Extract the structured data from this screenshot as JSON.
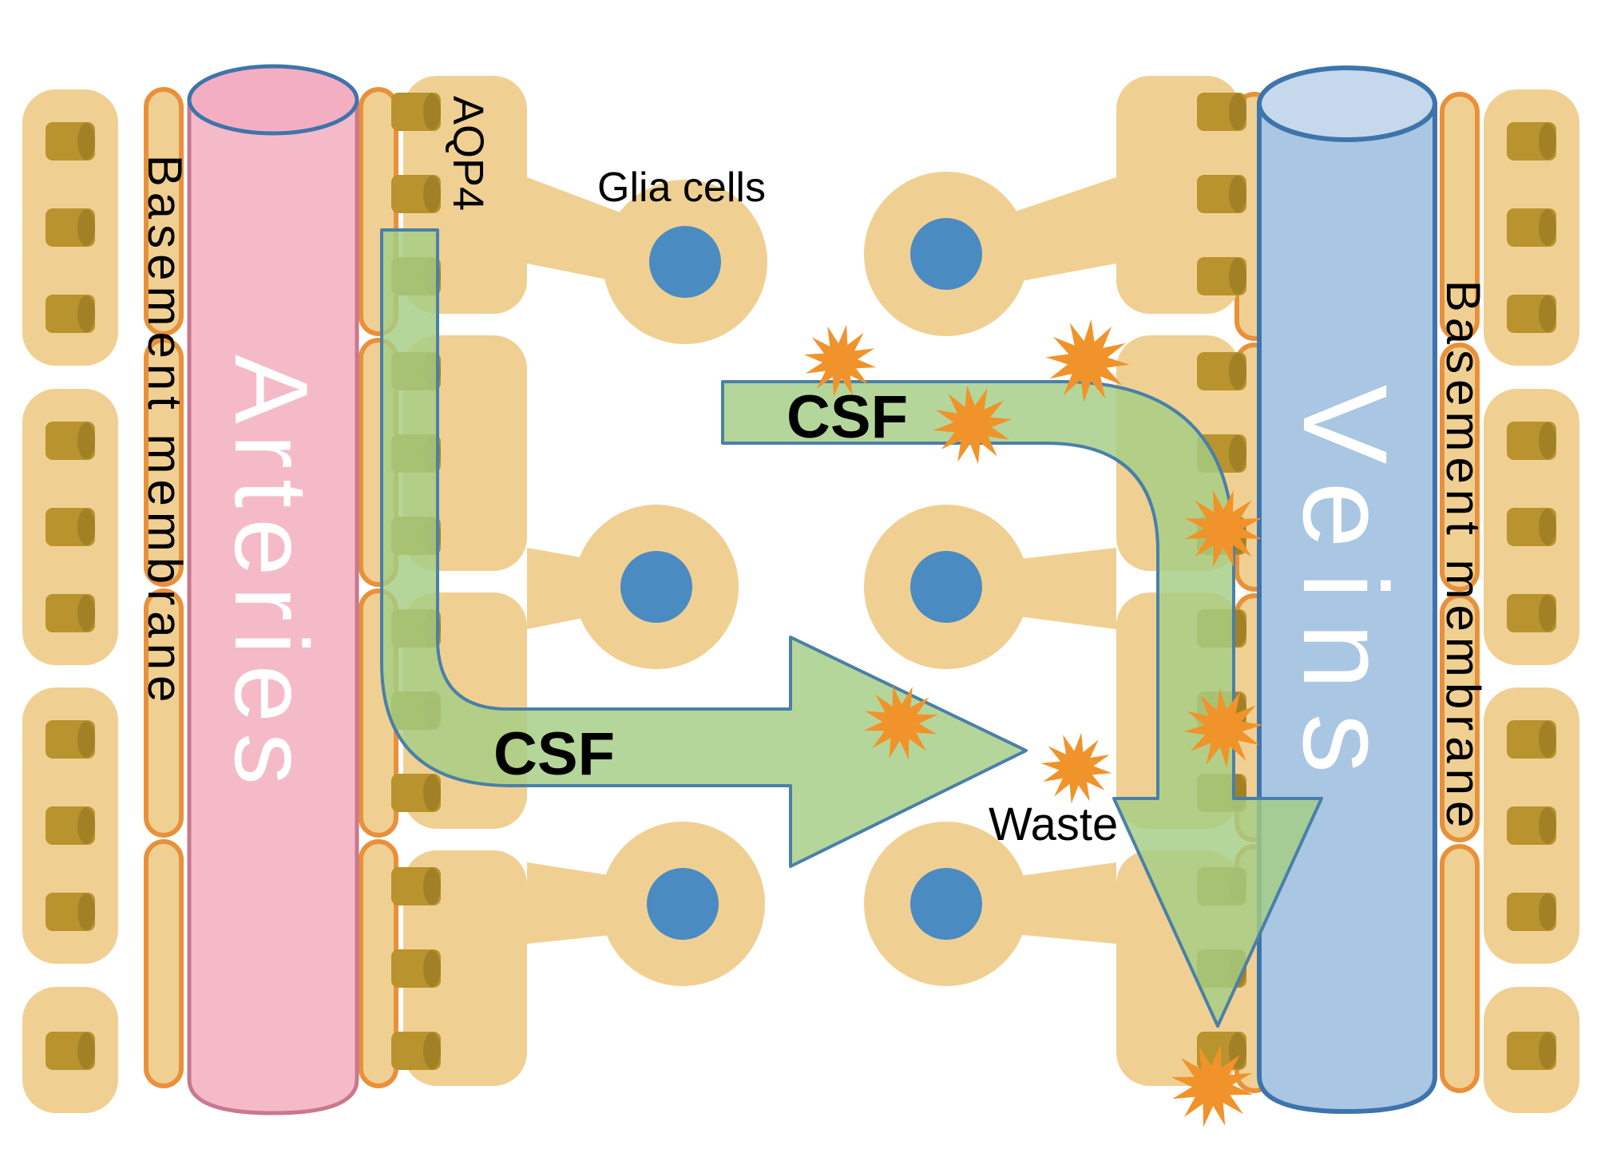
{
  "labels": {
    "arteries": "Arteries",
    "veins": "Veins",
    "basement_membrane": "Basement membrane",
    "aqp4": "AQP4",
    "glia_cells": "Glia cells",
    "csf": "CSF",
    "waste": "Waste"
  },
  "colors": {
    "artery_pink": "#f5bac8",
    "artery_top_pink": "#f3afc1",
    "vein_blue": "#a9c6e2",
    "vein_top_blue": "#c5d8ec",
    "vessel_outline_blue": "#3e74ac",
    "endfoot_tan": "#f0d092",
    "aqp4_channel_brown": "#b8932e",
    "basement_membrane_orange": "#e8913a",
    "csf_green": "#a5cd84",
    "csf_outline_blue": "#4a80a8",
    "glia_nucleus_blue": "#4a8bc2",
    "waste_orange": "#f0932b",
    "label_black": "#000000",
    "label_white": "#ffffff"
  }
}
